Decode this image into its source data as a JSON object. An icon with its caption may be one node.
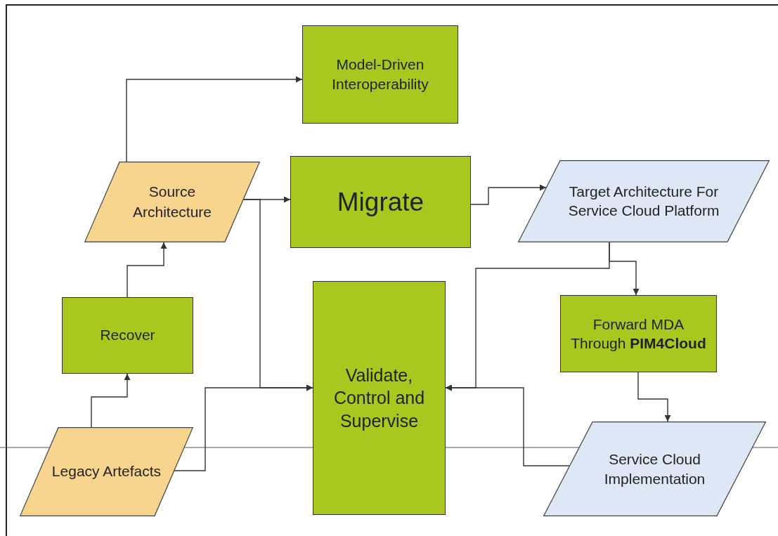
{
  "diagram": {
    "nodes": [
      {
        "text": [
          "Model-Driven Interoperability"
        ]
      },
      {
        "text": [
          "Source Architecture"
        ]
      },
      {
        "text": [
          "Migrate"
        ]
      },
      {
        "text": [
          "Target Architecture For Service Cloud Platform"
        ]
      },
      {
        "text": [
          "Recover"
        ]
      },
      {
        "text": [
          "Validate, Control and Supervise"
        ]
      },
      {
        "text": [
          "Forward MDA Through **PIM4Cloud**"
        ]
      },
      {
        "text": [
          "Legacy Artefacts"
        ]
      },
      {
        "text": [
          "Service Cloud Implementation"
        ]
      }
    ],
    "edges": [
      {
        "from": 1,
        "to": 0,
        "arrow": "to"
      },
      {
        "from": 1,
        "to": 2,
        "arrow": "to"
      },
      {
        "from": 1,
        "to": 5,
        "arrow": "to"
      },
      {
        "from": 2,
        "to": 3,
        "arrow": "to"
      },
      {
        "from": 3,
        "to": 6,
        "arrow": "to"
      },
      {
        "from": 3,
        "to": 5,
        "arrow": "to"
      },
      {
        "from": 6,
        "to": 8,
        "arrow": "to"
      },
      {
        "from": 8,
        "to": 5,
        "arrow": "to"
      },
      {
        "from": 7,
        "to": 4,
        "arrow": "to"
      },
      {
        "from": 4,
        "to": 1,
        "arrow": "to"
      },
      {
        "from": 7,
        "to": 5,
        "arrow": "to"
      }
    ]
  }
}
